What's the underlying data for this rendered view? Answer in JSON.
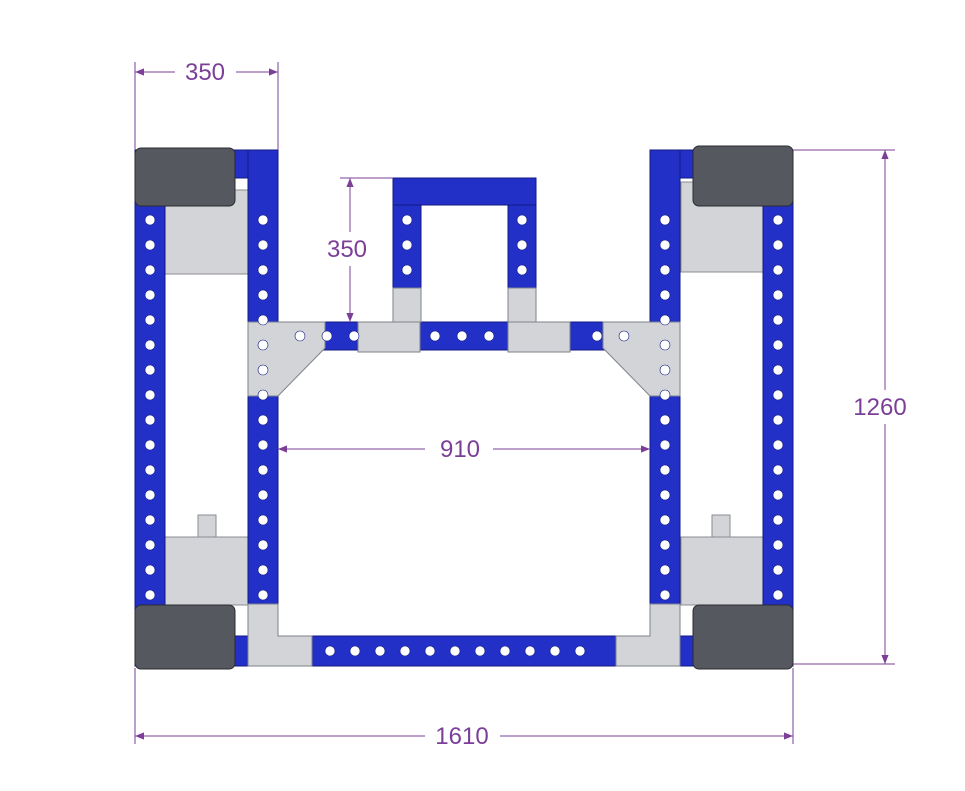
{
  "colors": {
    "frame_blue": "#2230c8",
    "frame_dark": "#101a80",
    "plate_light": "#d2d4d8",
    "caster_dark": "#55585f",
    "dimension": "#7b3f98",
    "hole": "#ffffff"
  },
  "dimensions": {
    "top_width": "350",
    "tow_bar_depth": "350",
    "inner_width": "910",
    "overall_depth": "1260",
    "overall_width": "1610"
  }
}
